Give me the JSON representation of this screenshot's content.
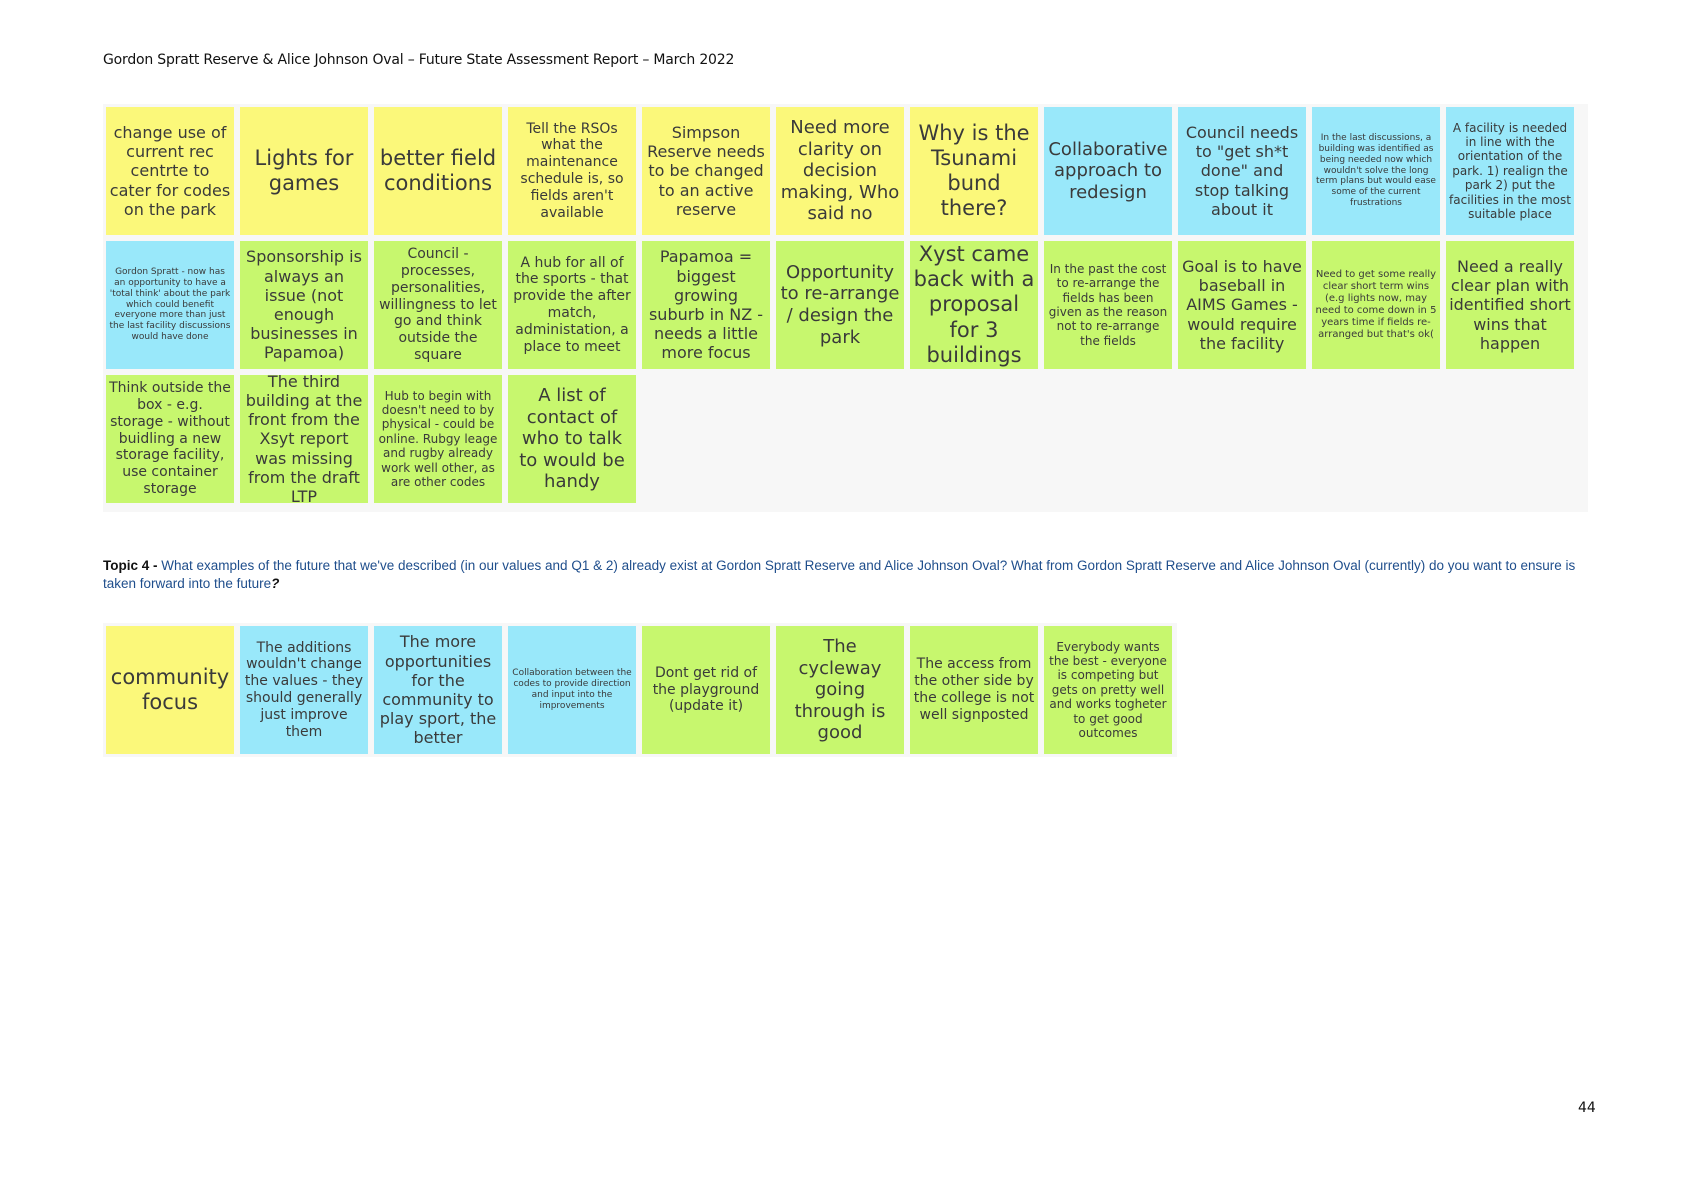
{
  "header": {
    "text": "Gordon Spratt Reserve & Alice Johnson Oval – Future State Assessment Report – March 2022"
  },
  "board1": {
    "row1": [
      {
        "text": "change use of current rec centrte to cater for codes on the park",
        "color": "yellow"
      },
      {
        "text": "Lights for games",
        "color": "yellow"
      },
      {
        "text": "better field conditions",
        "color": "yellow"
      },
      {
        "text": "Tell the RSOs what the maintenance schedule is, so fields aren't available",
        "color": "yellow"
      },
      {
        "text": "Simpson Reserve needs to be changed to an active reserve",
        "color": "yellow"
      },
      {
        "text": "Need more clarity on decision making, Who said no",
        "color": "yellow"
      },
      {
        "text": "Why is the Tsunami bund there?",
        "color": "yellow"
      },
      {
        "text": "Collaborative approach to redesign",
        "color": "blue"
      },
      {
        "text": "Council needs to \"get sh*t done\" and stop talking about it",
        "color": "blue"
      },
      {
        "text": "In the last discussions, a building was identified as being needed now which wouldn't solve the long term plans but would ease some of the current frustrations",
        "color": "blue"
      },
      {
        "text": "A facility is needed in line with the orientation of the park. 1) realign the park 2) put the facilities in the most suitable place",
        "color": "blue"
      }
    ],
    "row2": [
      {
        "text": "Gordon Spratt - now has an opportunity to have a 'total think' about the park which could benefit everyone more than just the last facility discussions would have done",
        "color": "blue"
      },
      {
        "text": "Sponsorship is always an issue (not enough businesses in Papamoa)",
        "color": "green"
      },
      {
        "text": "Council - processes, personalities, willingness to let go and think outside the square",
        "color": "green"
      },
      {
        "text": "A hub for all of the sports - that provide the after match, administation, a place to meet",
        "color": "green"
      },
      {
        "text": "Papamoa = biggest growing suburb in NZ - needs a little more focus",
        "color": "green"
      },
      {
        "text": "Opportunity to re-arrange / design the park",
        "color": "green"
      },
      {
        "text": "Xyst came back with a proposal for 3 buildings",
        "color": "green"
      },
      {
        "text": "In the past the cost to re-arrange the fields has been given as the reason not to re-arrange the fields",
        "color": "green"
      },
      {
        "text": "Goal is to have baseball in AIMS Games - would require the facility",
        "color": "green"
      },
      {
        "text": "Need to get some really clear short term wins (e.g lights now, may need to come down in 5 years time if fields re-arranged but that's ok(",
        "color": "green"
      },
      {
        "text": "Need a really clear plan with identified short wins that happen",
        "color": "green"
      }
    ],
    "row3": [
      {
        "text": "Think outside the box - e.g. storage - without buidling a new storage facility, use container storage",
        "color": "green"
      },
      {
        "text": "The third building at the front from the Xsyt report was missing from the draft LTP",
        "color": "green"
      },
      {
        "text": "Hub to begin with doesn't need to by physical - could be online. Rubgy leage and rugby already work well other, as are other codes",
        "color": "green"
      },
      {
        "text": "A list of contact of who to talk to would be handy",
        "color": "green"
      }
    ]
  },
  "topic4": {
    "label": "Topic 4 - ",
    "question": "What examples of the future that we've described (in our values and Q1 & 2) already exist at Gordon Spratt Reserve and Alice Johnson Oval? What from Gordon Spratt Reserve and Alice Johnson Oval (currently) do you want to ensure is taken forward into the future",
    "qmark": "?"
  },
  "board2": {
    "row1": [
      {
        "text": "community focus",
        "color": "yellow"
      },
      {
        "text": "The additions wouldn't change the values - they should generally just improve them",
        "color": "blue"
      },
      {
        "text": "The more opportunities for the community to play sport, the better",
        "color": "blue"
      },
      {
        "text": "Collaboration between the codes to provide direction and input into the improvements",
        "color": "blue"
      },
      {
        "text": "Dont get rid of the playground (update it)",
        "color": "green"
      },
      {
        "text": "The cycleway going through is good",
        "color": "green"
      },
      {
        "text": "The access from the other side by the college is not well signposted",
        "color": "green"
      },
      {
        "text": "Everybody wants the best - everyone is competing but gets on pretty well and works togheter to get good outcomes",
        "color": "green"
      }
    ]
  },
  "page_number": "44",
  "colors": {
    "yellow": "#fbf87a",
    "blue": "#99e8fa",
    "green": "#c7f76e",
    "topic_text": "#1f4e8c"
  }
}
